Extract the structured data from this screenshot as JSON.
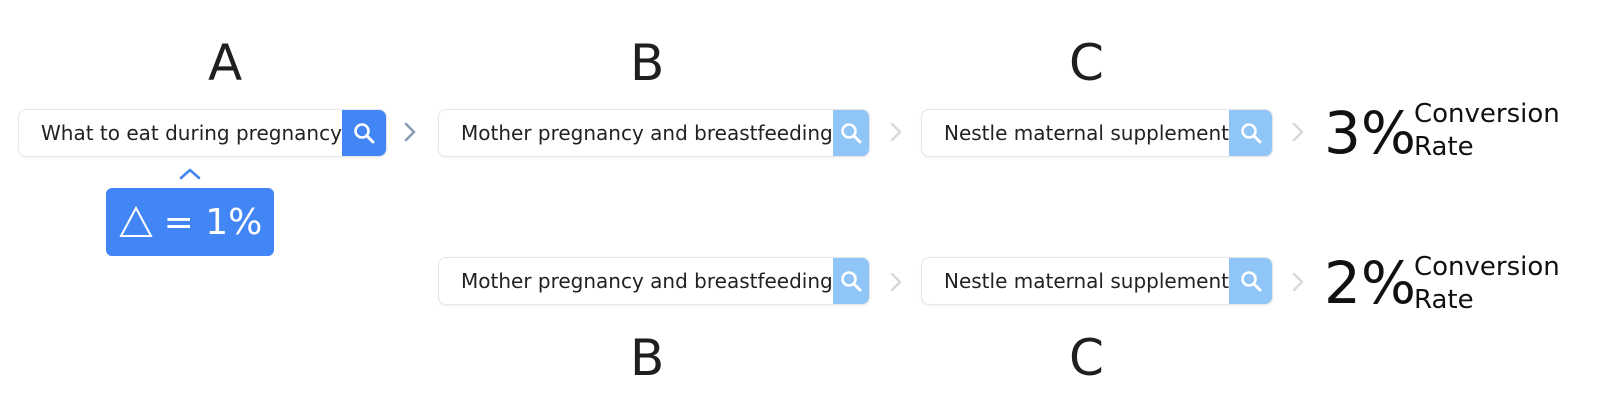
{
  "labels": {
    "a": "A",
    "b_top": "B",
    "c_top": "C",
    "b_bottom": "B",
    "c_bottom": "C"
  },
  "row1": {
    "query_a": "What to eat during pregnancy",
    "query_b": "Mother pregnancy and breastfeeding",
    "query_c": "Nestle maternal supplement",
    "rate_value": "3%",
    "rate_label_1": "Conversion",
    "rate_label_2": "Rate"
  },
  "row2": {
    "query_b": "Mother pregnancy and breastfeeding",
    "query_c": "Nestle maternal supplement",
    "rate_value": "2%",
    "rate_label_1": "Conversion",
    "rate_label_2": "Rate"
  },
  "delta": {
    "text": "= 1%"
  },
  "colors": {
    "accent": "#4285f4",
    "light_accent": "#8fc5f7",
    "chevron_dark": "#8a9bb3",
    "chevron_light": "#d8d8d8"
  },
  "icons": {
    "search": "search-icon",
    "chevron": "chevron-right-icon",
    "triangle": "triangle-delta-icon",
    "caret": "chevron-up-icon"
  }
}
